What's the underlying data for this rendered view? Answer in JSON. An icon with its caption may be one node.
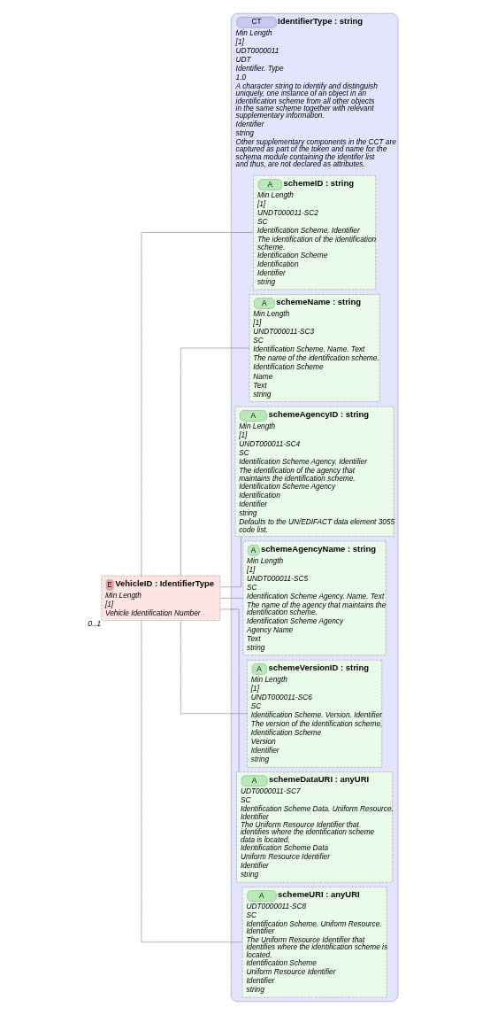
{
  "diagram": {
    "nodes": [
      {
        "text": [
          "E",
          "VehicleID : IdentifierType",
          "Min Length",
          "[1]",
          "Vehicle Identification Number"
        ],
        "beside": [
          "0..1"
        ]
      },
      {
        "text": [
          "CT",
          "IdentifierType : string",
          "Min Length",
          "[1]",
          "UDT0000011",
          "UDT",
          "Identifier. Type",
          "1.0",
          "A character string to identify and distinguish uniquely, one instance of an object in an identification scheme from all other objects in the same scheme together with relevant supplementary information.",
          "Identifier",
          "string",
          "Other supplementary components in the CCT are captured as part of the token and name for the schema module containing the identifer list and thus, are not declared as attributes."
        ]
      },
      {
        "text": [
          "A",
          "schemeID : string",
          "Min Length",
          "[1]",
          "UNDT000011-SC2",
          "SC",
          "Identification Scheme. Identifier",
          "The identification of the identification scheme.",
          "Identification Scheme",
          "Identification",
          "Identifier",
          "string"
        ],
        "in": 1
      },
      {
        "text": [
          "A",
          "schemeName : string",
          "Min Length",
          "[1]",
          "UNDT000011-SC3",
          "SC",
          "Identification Scheme. Name. Text",
          "The name of the identification scheme.",
          "Identification Scheme",
          "Name",
          "Text",
          "string"
        ],
        "in": 1
      },
      {
        "text": [
          "A",
          "schemeAgencyID : string",
          "Min Length",
          "[1]",
          "UNDT000011-SC4",
          "SC",
          "Identification Scheme Agency. Identifier",
          "The identification of the agency that maintains the identification scheme.",
          "Identification Scheme Agency",
          "Identification",
          "Identifier",
          "string",
          "Defaults to the UN/EDIFACT data element 3055 code list."
        ],
        "in": 1
      },
      {
        "text": [
          "A",
          "schemeAgencyName : string",
          "Min Length",
          "[1]",
          "UNDT000011-SC5",
          "SC",
          "Identification Scheme Agency. Name. Text",
          "The name of the agency that maintains the identification scheme.",
          "Identification Scheme Agency",
          "Agency Name",
          "Text",
          "string"
        ],
        "in": 1
      },
      {
        "text": [
          "A",
          "schemeVersionID : string",
          "Min Length",
          "[1]",
          "UNDT000011-SC6",
          "SC",
          "Identification Scheme. Version. Identifier",
          "The version of the identification scheme.",
          "Identification Scheme",
          "Version",
          "Identifier",
          "string"
        ],
        "in": 1
      },
      {
        "text": [
          "A",
          "schemeDataURI : anyURI",
          "UDT0000011-SC7",
          "SC",
          "Identification Scheme Data. Uniform Resource. Identifier",
          "The Uniform Resource Identifier that identifies where the identification scheme data is located.",
          "Identification Scheme Data",
          "Uniform Resource Identifier",
          "Identifier",
          "string"
        ],
        "in": 1
      },
      {
        "text": [
          "A",
          "schemeURI : anyURI",
          "UDT0000011-SC8",
          "SC",
          "Identification Scheme. Uniform Resource. Identifier",
          "The Uniform Resource Identifier that identifies where the identification scheme is located.",
          "Identification Scheme",
          "Uniform Resource Identifier",
          "Identifier",
          "string"
        ],
        "in": 1
      }
    ],
    "edges": [
      {
        "from": 0,
        "to": 2,
        "arrow": "none"
      },
      {
        "from": 0,
        "to": 3,
        "arrow": "none"
      },
      {
        "from": 0,
        "to": 4,
        "arrow": "none"
      },
      {
        "from": 0,
        "to": 5,
        "arrow": "none"
      },
      {
        "from": 0,
        "to": 6,
        "arrow": "none"
      },
      {
        "from": 0,
        "to": 7,
        "arrow": "none"
      },
      {
        "from": 0,
        "to": 8,
        "arrow": "none"
      }
    ]
  }
}
